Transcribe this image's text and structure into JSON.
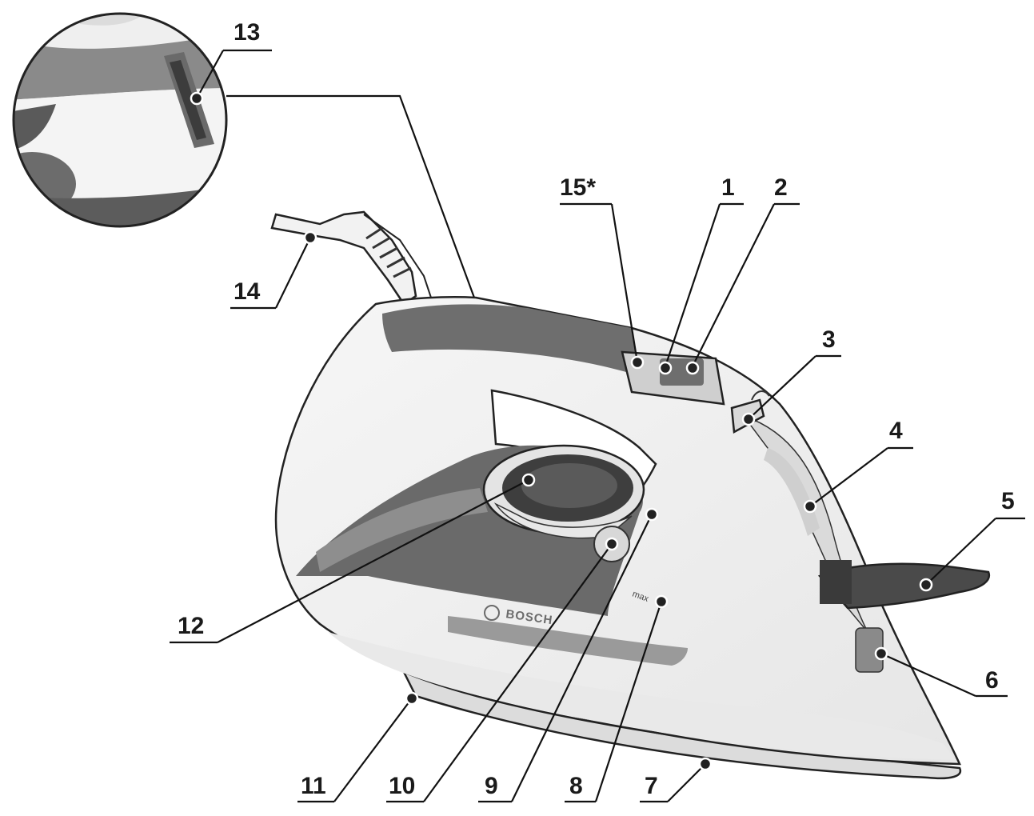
{
  "diagram": {
    "brand": "BOSCH",
    "max_mark": "max",
    "callouts": [
      {
        "id": "c13",
        "label": "13"
      },
      {
        "id": "c15",
        "label": "15*"
      },
      {
        "id": "c1",
        "label": "1"
      },
      {
        "id": "c2",
        "label": "2"
      },
      {
        "id": "c3",
        "label": "3"
      },
      {
        "id": "c4",
        "label": "4"
      },
      {
        "id": "c5",
        "label": "5"
      },
      {
        "id": "c14",
        "label": "14"
      },
      {
        "id": "c12",
        "label": "12"
      },
      {
        "id": "c6",
        "label": "6"
      },
      {
        "id": "c11",
        "label": "11"
      },
      {
        "id": "c10",
        "label": "10"
      },
      {
        "id": "c9",
        "label": "9"
      },
      {
        "id": "c8",
        "label": "8"
      },
      {
        "id": "c7",
        "label": "7"
      }
    ]
  }
}
